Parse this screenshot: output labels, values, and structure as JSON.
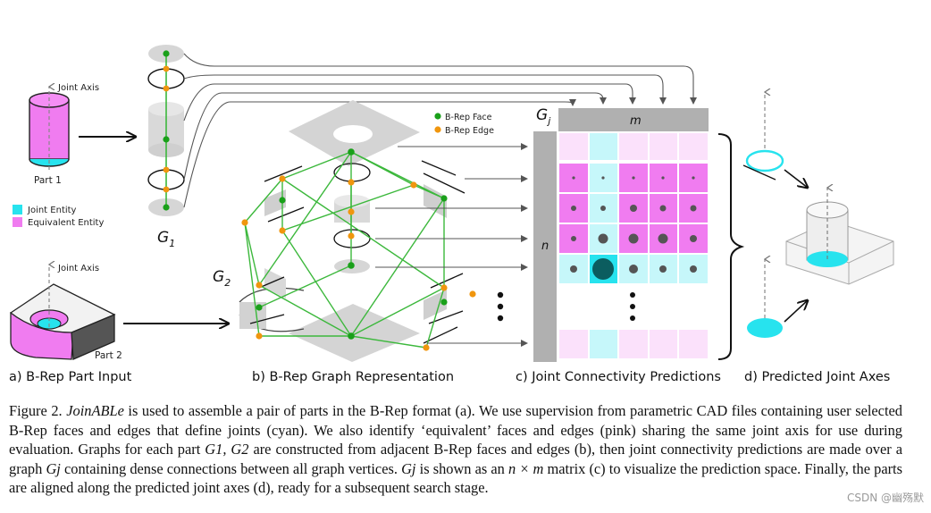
{
  "figure": {
    "part1_label": "Part 1",
    "part2_label": "Part 2",
    "joint_axis_label_top": "Joint Axis",
    "joint_axis_label_bottom": "Joint Axis",
    "legend_joint": "Joint Entity",
    "legend_equivalent": "Equivalent Entity",
    "legend_face": "B-Rep Face",
    "legend_edge": "B-Rep Edge",
    "g1_base": "G",
    "g1_sub": "1",
    "g2_base": "G",
    "g2_sub": "2",
    "gj_base": "G",
    "gj_sub": "j",
    "m_label": "m",
    "n_label": "n",
    "colors": {
      "joint": "#27e3ee",
      "equivalent": "#f07cf0",
      "face_node": "#1aa01a",
      "edge_node": "#f0960e",
      "graph_edge": "#3cb83c"
    }
  },
  "subcaptions": {
    "a": "a) B-Rep Part Input",
    "b": "b) B-Rep Graph Representation",
    "c": "c) Joint Connectivity Predictions",
    "d": "d) Predicted Joint Axes"
  },
  "caption": {
    "figure_label": "Figure 2.",
    "method_name": "JoinABLe",
    "sentence1_rest": "is used to assemble a pair of parts in the B-Rep format (a). We use supervision from parametric CAD files containing user selected B-Rep faces and edges that define joints (cyan). We also identify ‘equivalent’ faces and edges (pink) sharing the same joint axis for use during evaluation. Graphs for each part",
    "g_pair": "G1, G2",
    "sentence2_rest": "are constructed from adjacent B-Rep faces and edges (b), then joint connectivity predictions are made over a graph",
    "gj": "Gj",
    "sentence3_mid": "containing dense connections between all graph vertices.",
    "gj_again": "Gj",
    "sentence4_mid": "is shown as an",
    "n_by_m": "n × m",
    "sentence4_rest": "matrix (c) to visualize the prediction space. Finally, the parts are aligned along the predicted joint axes (d), ready for a subsequent search stage."
  },
  "watermark": "CSDN @幽殇默"
}
